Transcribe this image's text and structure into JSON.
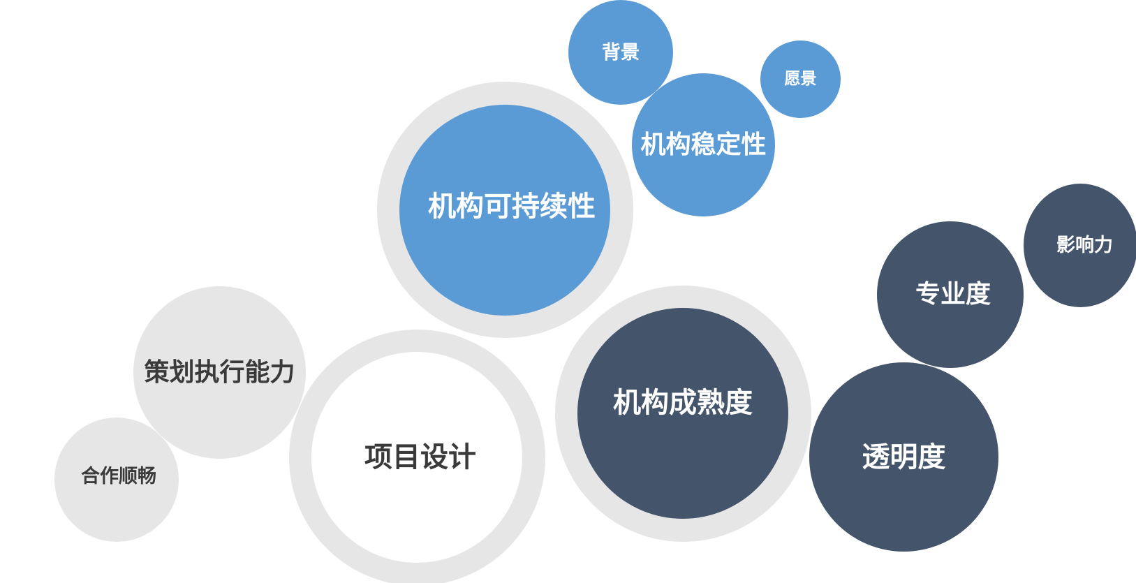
{
  "colors": {
    "light_blue": "#5b9bd5",
    "dark_slate": "#44546a",
    "light_gray": "#e6e6e6",
    "white": "#ffffff",
    "text_light": "#ffffff",
    "text_dark": "#3a3a3a"
  },
  "bubbles": {
    "sustainability": "机构可持续性",
    "background": "背景",
    "stability": "机构稳定性",
    "vision": "愿景",
    "influence": "影响力",
    "professionalism": "专业度",
    "transparency": "透明度",
    "maturity": "机构成熟度",
    "project_design": "项目设计",
    "planning_execution": "策划执行能力",
    "cooperation": "合作顺畅"
  }
}
